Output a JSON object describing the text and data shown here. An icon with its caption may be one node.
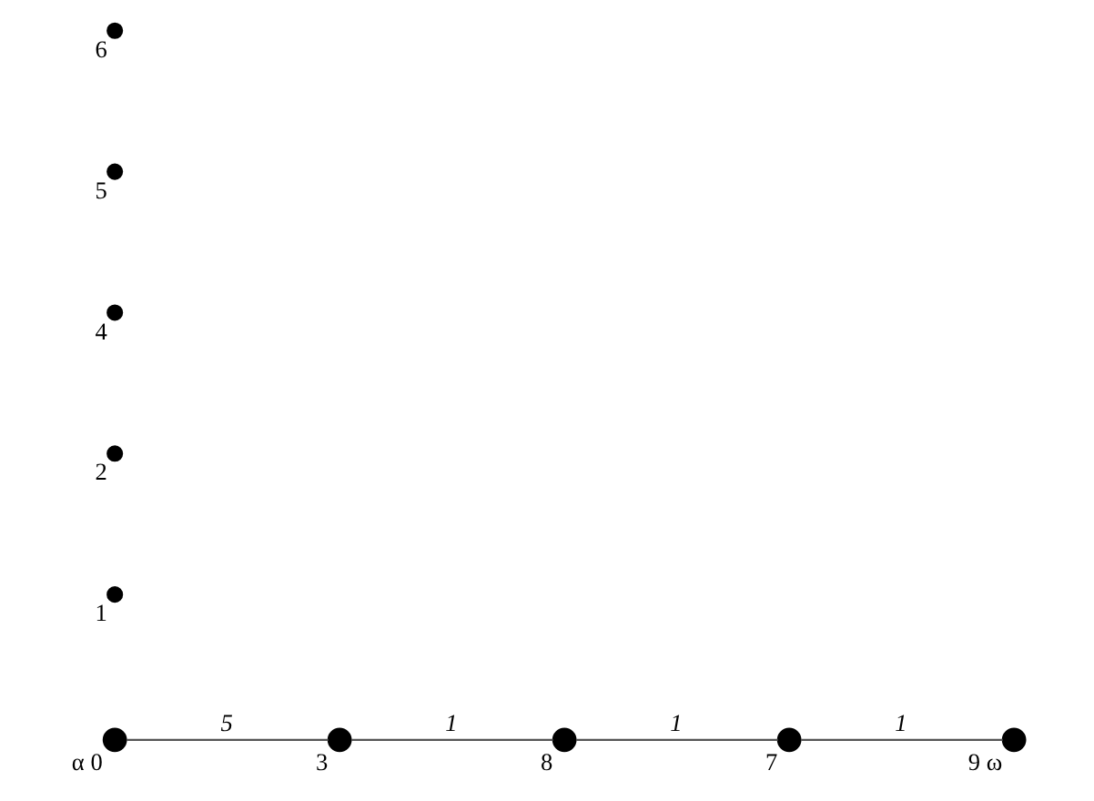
{
  "diagram": {
    "nodes": [
      {
        "text": [],
        "shape": "circle",
        "beside": [
          "α",
          "0"
        ]
      },
      {
        "text": [],
        "shape": "circle",
        "beside": [
          "1"
        ]
      },
      {
        "text": [],
        "shape": "circle",
        "beside": [
          "2"
        ]
      },
      {
        "text": [],
        "shape": "circle",
        "beside": [
          "3"
        ]
      },
      {
        "text": [],
        "shape": "circle",
        "beside": [
          "4"
        ]
      },
      {
        "text": [],
        "shape": "circle",
        "beside": [
          "5"
        ]
      },
      {
        "text": [],
        "shape": "circle",
        "beside": [
          "6"
        ]
      },
      {
        "text": [],
        "shape": "circle",
        "beside": [
          "7"
        ]
      },
      {
        "text": [],
        "shape": "circle",
        "beside": [
          "8"
        ]
      },
      {
        "text": [],
        "shape": "circle",
        "beside": [
          "9",
          "ω"
        ]
      }
    ],
    "edges": [
      {
        "from": 0,
        "to": 3,
        "arrow": "none",
        "label": "5"
      },
      {
        "from": 3,
        "to": 8,
        "arrow": "none",
        "label": "1"
      },
      {
        "from": 8,
        "to": 7,
        "arrow": "none",
        "label": "1"
      },
      {
        "from": 7,
        "to": 9,
        "arrow": "none",
        "label": "1"
      }
    ]
  }
}
